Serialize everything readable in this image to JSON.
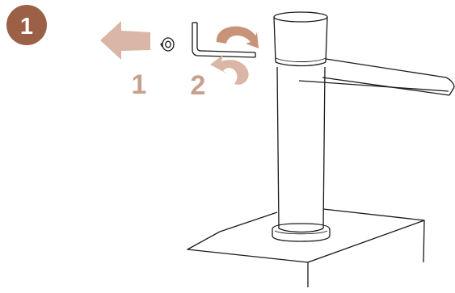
{
  "step": {
    "number": "1"
  },
  "substeps": [
    {
      "label": "1",
      "icon": "arrow-left-icon"
    },
    {
      "label": "2",
      "icon": "rotate-icon"
    }
  ],
  "colors": {
    "step_badge": "#9b6046",
    "accent": "#d9b6a5",
    "label": "#c9a08c",
    "line": "#1a1a1a"
  }
}
